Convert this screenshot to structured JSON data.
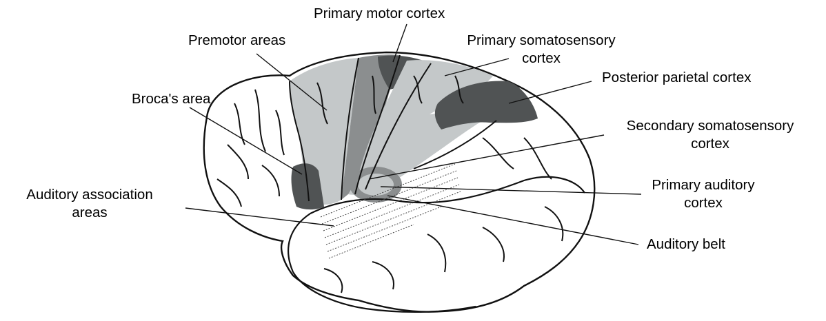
{
  "labels": {
    "primary_motor": "Primary motor cortex",
    "premotor": "Premotor areas",
    "primary_somatosensory_line1": "Primary somatosensory",
    "primary_somatosensory_line2": "cortex",
    "posterior_parietal": "Posterior parietal cortex",
    "broca": "Broca's area",
    "secondary_somatosensory_line1": "Secondary somatosensory",
    "secondary_somatosensory_line2": "cortex",
    "primary_auditory_line1": "Primary auditory",
    "primary_auditory_line2": "cortex",
    "auditory_association_line1": "Auditory association",
    "auditory_association_line2": "areas",
    "auditory_belt": "Auditory belt"
  },
  "colors": {
    "outline": "#111111",
    "light_gray": "#c4c8c9",
    "mid_gray": "#8b8e8f",
    "dark_gray": "#505354",
    "white": "#ffffff"
  }
}
